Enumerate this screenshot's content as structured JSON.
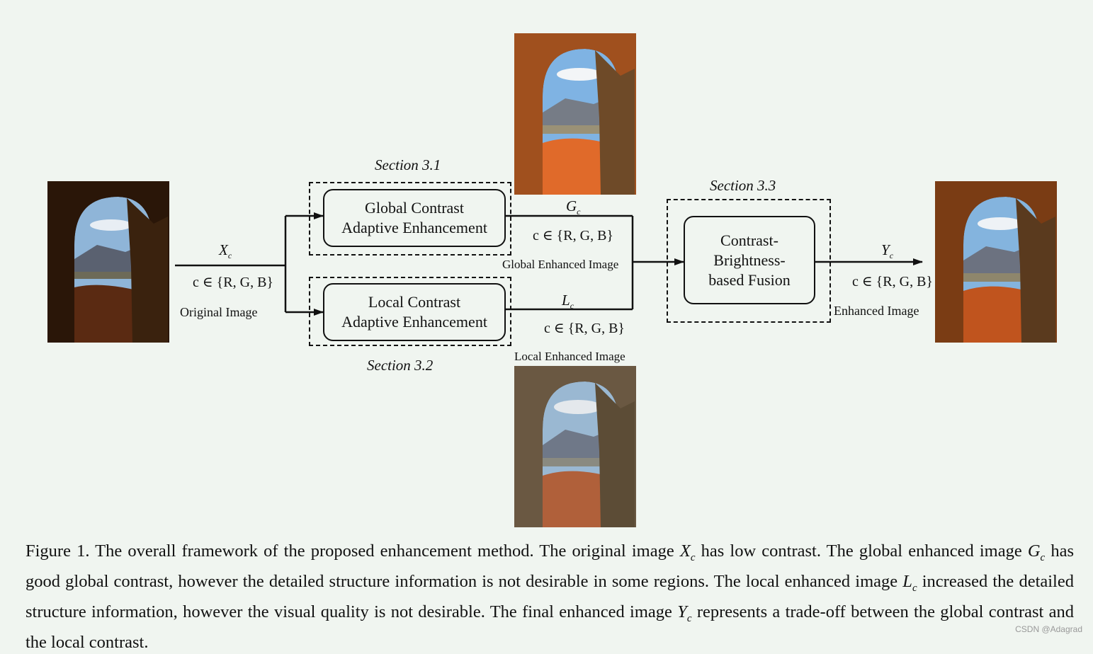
{
  "images": {
    "original": {
      "label": "Original Image",
      "var": "X",
      "sub": "c",
      "set": "c ∈ {R, G, B}"
    },
    "global": {
      "label": "Global Enhanced Image",
      "var": "G",
      "sub": "c",
      "set": "c ∈ {R, G, B}"
    },
    "local": {
      "label": "Local Enhanced Image",
      "var": "L",
      "sub": "c",
      "set": "c ∈ {R, G, B}"
    },
    "enhanced": {
      "label": "Enhanced Image",
      "var": "Y",
      "sub": "c",
      "set": "c ∈ {R, G, B}"
    }
  },
  "blocks": {
    "global": {
      "line1": "Global Contrast",
      "line2": "Adaptive Enhancement",
      "section": "Section 3.1"
    },
    "local": {
      "line1": "Local Contrast",
      "line2": "Adaptive Enhancement",
      "section": "Section 3.2"
    },
    "fusion": {
      "line1": "Contrast-",
      "line2": "Brightness-",
      "line3": "based Fusion",
      "section": "Section 3.3"
    }
  },
  "caption": {
    "p1": "Figure 1. The overall framework of the proposed enhancement method. The original image ",
    "v1": "X",
    "s1": "c",
    "p2": " has low contrast. The global enhanced image ",
    "v2": "G",
    "s2": "c",
    "p3": " has good global contrast, however the detailed structure information is not desirable in some regions. The local enhanced image ",
    "v3": "L",
    "s3": "c",
    "p4": " increased the detailed structure information, however the visual quality is not desirable. The final enhanced image ",
    "v4": "Y",
    "s4": "c",
    "p5": " represents a trade-off between the global contrast and the local contrast."
  },
  "watermark": "CSDN @Adagrad",
  "colors": {
    "background": "#f0f5f0",
    "ink": "#111111"
  }
}
